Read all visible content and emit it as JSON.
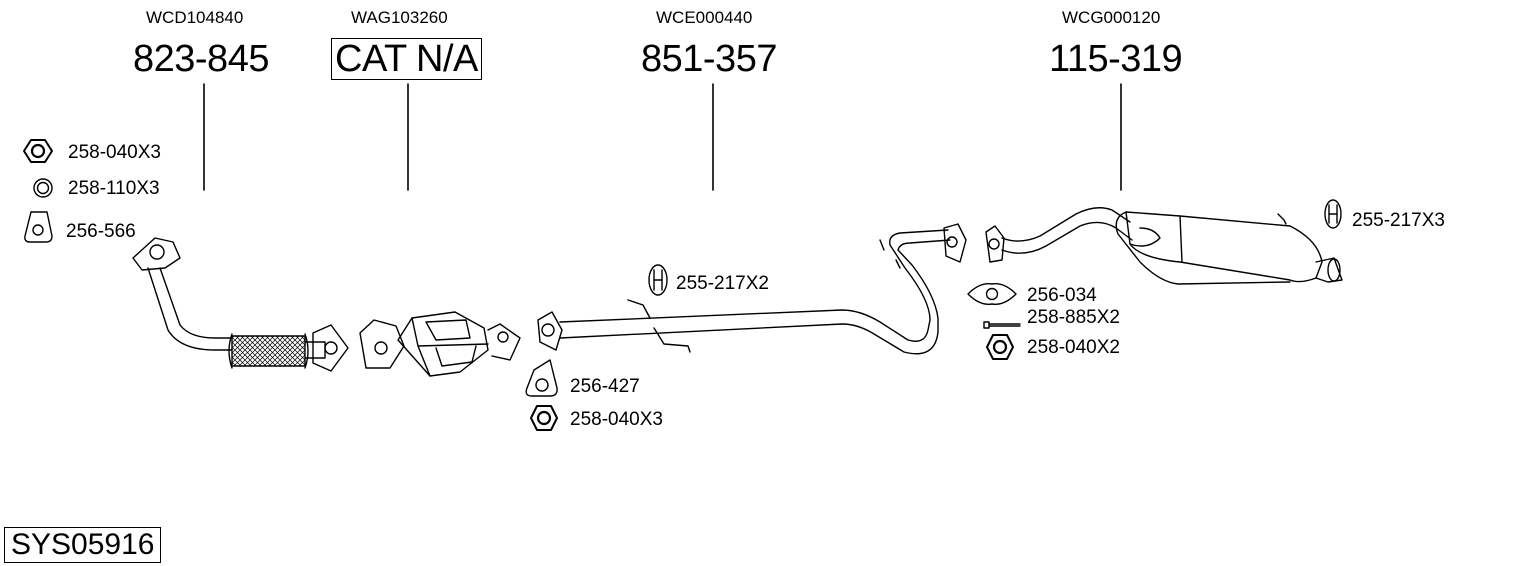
{
  "columns": [
    {
      "code": "WCD104840",
      "part": "823-845"
    },
    {
      "code": "WAG103260",
      "part": "CAT N/A"
    },
    {
      "code": "WCE000440",
      "part": "851-357"
    },
    {
      "code": "WCG000120",
      "part": "115-319"
    }
  ],
  "hardware": {
    "nut_a": "258-040X3",
    "ring_a": "258-110X3",
    "gasket_a": "256-566",
    "hanger_b": "255-217X2",
    "gasket_b": "256-427",
    "nut_b": "258-040X3",
    "hanger_c": "255-217X3",
    "gasket_c": "256-034",
    "bolt_c": "258-885X2",
    "nut_c": "258-040X2"
  },
  "system_id": "SYS05916"
}
